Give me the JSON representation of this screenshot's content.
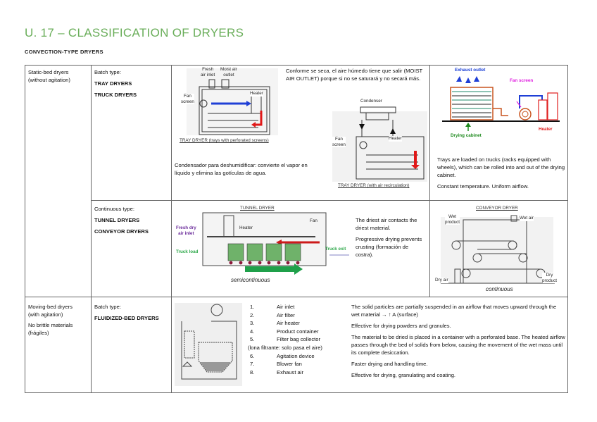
{
  "title": "U. 17 – CLASSIFICATION OF DRYERS",
  "section": "CONVECTION-TYPE DRYERS",
  "static_bed": {
    "category": "Static-bed dryers",
    "category_note": "(without agitation)",
    "batch": {
      "type_label": "Batch type:",
      "types": [
        "TRAY DRYERS",
        "TRUCK DRYERS"
      ],
      "tray_fig": {
        "labels": {
          "fresh_air": "Fresh\nair inlet",
          "moist_air": "Moist air\noutlet",
          "fan": "Fan\nscreen",
          "heater": "Heater"
        },
        "caption": "TRAY DRYER (trays with perforated screens)"
      },
      "note_moist": "Conforme se seca, el aire húmedo tiene que salir (MOIST AIR OUTLET) porque si no se saturará y no secará más.",
      "recirc_fig": {
        "labels": {
          "condenser": "Condenser",
          "fan": "Fan\nscreen",
          "heater": "Heater"
        },
        "caption": "TRAY DRYER (with air recirculation)"
      },
      "note_condenser": "Condensador para deshumidificar: convierte el vapor en líquido y elimina las gotículas de agua.",
      "truck_fig": {
        "labels": {
          "exhaust": "Exhaust outlet",
          "fan": "Fan screen",
          "cabinet": "Drying cabinet",
          "heater": "Heater"
        },
        "colors": {
          "exhaust": "#1a3fd6",
          "fan": "#e020e0",
          "cabinet": "#1e8a1e",
          "heater": "#e02020",
          "frame": "#c9541f"
        }
      },
      "truck_text": [
        "Trays are loaded on trucks (racks equipped with wheels), which can be rolled into and out of the drying cabinet.",
        "Constant temperature. Uniform airflow."
      ]
    },
    "continuous": {
      "type_label": "Continuous type:",
      "types": [
        "TUNNEL DRYERS",
        "CONVEYOR DRYERS"
      ],
      "tunnel_fig": {
        "caption": "TUNNEL DRYER",
        "labels": {
          "fresh": "Fresh dry\nair inlet",
          "heater": "Heater",
          "fan": "Fan",
          "truck_load": "Truck load",
          "truck_exit": "Truck exit"
        },
        "mode": "semicontinuous",
        "colors": {
          "fresh": "#6a2a9a",
          "truck": "#2ea84a",
          "arrow_green": "#1fa04a",
          "arrow_red": "#cc1a1a"
        }
      },
      "tunnel_text": [
        "The driest air contacts the driest material.",
        "Progressive drying prevents crusting (formación de costra)."
      ],
      "conveyor_fig": {
        "caption": "CONVEYOR DRYER",
        "labels": {
          "wet_product": "Wet\nproduct",
          "wet_air": "Wet air",
          "dry_air": "Dry air",
          "dry_product": "Dry\nproduct"
        },
        "mode": "continuous"
      }
    }
  },
  "moving_bed": {
    "category": "Moving-bed dryers",
    "category_note": "(with agitation)",
    "note": "No brittle materials (frágiles)",
    "batch": {
      "type_label": "Batch type:",
      "types": [
        "FLUIDIZED-BED DRYERS"
      ],
      "parts": [
        {
          "num": "1.",
          "label": "Air inlet"
        },
        {
          "num": "2.",
          "label": "Air filter"
        },
        {
          "num": "3.",
          "label": "Air heater"
        },
        {
          "num": "4.",
          "label": "Product container"
        },
        {
          "num": "5.",
          "label": "Filter bag collector"
        },
        {
          "num": "",
          "label": "(lona filtrante: solo pasa el aire)"
        },
        {
          "num": "6.",
          "label": "Agitation device"
        },
        {
          "num": "7.",
          "label": "Blower fan"
        },
        {
          "num": "8.",
          "label": "Exhaust air"
        }
      ],
      "text": [
        "The solid particles are partially suspended in an airflow that moves upward through the wet material → ↑ A (surface)",
        "Effective for drying powders and granules.",
        "The material to be dried is placed in a container with a perforated base. The heated airflow passes through the bed of solids from below, causing the movement of the wet mass until its complete desiccation.",
        "Faster drying and handling time.",
        "Effective for drying, granulating and coating."
      ]
    }
  },
  "colors": {
    "title": "#6aae5a",
    "border": "#666666"
  }
}
